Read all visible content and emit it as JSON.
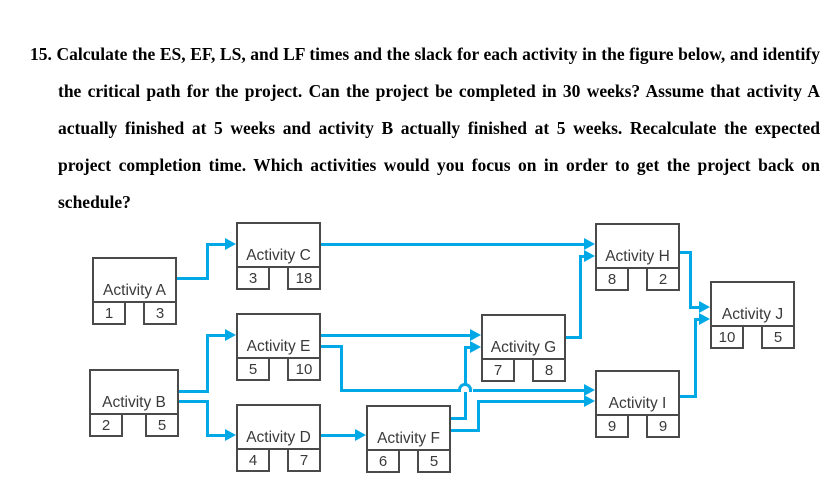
{
  "question": {
    "number": "15.",
    "text": "Calculate the ES, EF, LS, and LF times and the slack for each activity in the figure below, and identify the critical path for the project. Can the project be completed in 30 weeks? Assume that activity A actually finished at 5 weeks and activity B actually finished at 5 weeks. Recalculate the expected project completion time. Which activities would you focus on in order to get the project back on schedule?"
  },
  "diagram": {
    "type": "activity-on-node-network",
    "arrow_color": "#00a9e6",
    "box_border_color": "#4a4a4a",
    "text_color": "#3a3a3a",
    "nodes": [
      {
        "id": "A",
        "label": "Activity A",
        "number": "1",
        "duration": "3"
      },
      {
        "id": "B",
        "label": "Activity B",
        "number": "2",
        "duration": "5"
      },
      {
        "id": "C",
        "label": "Activity C",
        "number": "3",
        "duration": "18"
      },
      {
        "id": "D",
        "label": "Activity D",
        "number": "4",
        "duration": "7"
      },
      {
        "id": "E",
        "label": "Activity E",
        "number": "5",
        "duration": "10"
      },
      {
        "id": "F",
        "label": "Activity F",
        "number": "6",
        "duration": "5"
      },
      {
        "id": "G",
        "label": "Activity G",
        "number": "7",
        "duration": "8"
      },
      {
        "id": "H",
        "label": "Activity H",
        "number": "8",
        "duration": "2"
      },
      {
        "id": "I",
        "label": "Activity I",
        "number": "9",
        "duration": "9"
      },
      {
        "id": "J",
        "label": "Activity J",
        "number": "10",
        "duration": "5"
      }
    ],
    "edges": [
      {
        "from": "A",
        "to": "C"
      },
      {
        "from": "B",
        "to": "E"
      },
      {
        "from": "B",
        "to": "D"
      },
      {
        "from": "C",
        "to": "H"
      },
      {
        "from": "D",
        "to": "F"
      },
      {
        "from": "E",
        "to": "G"
      },
      {
        "from": "F",
        "to": "G"
      },
      {
        "from": "F",
        "to": "I"
      },
      {
        "from": "E",
        "to": "I"
      },
      {
        "from": "G",
        "to": "H"
      },
      {
        "from": "H",
        "to": "J"
      },
      {
        "from": "I",
        "to": "J"
      }
    ]
  }
}
